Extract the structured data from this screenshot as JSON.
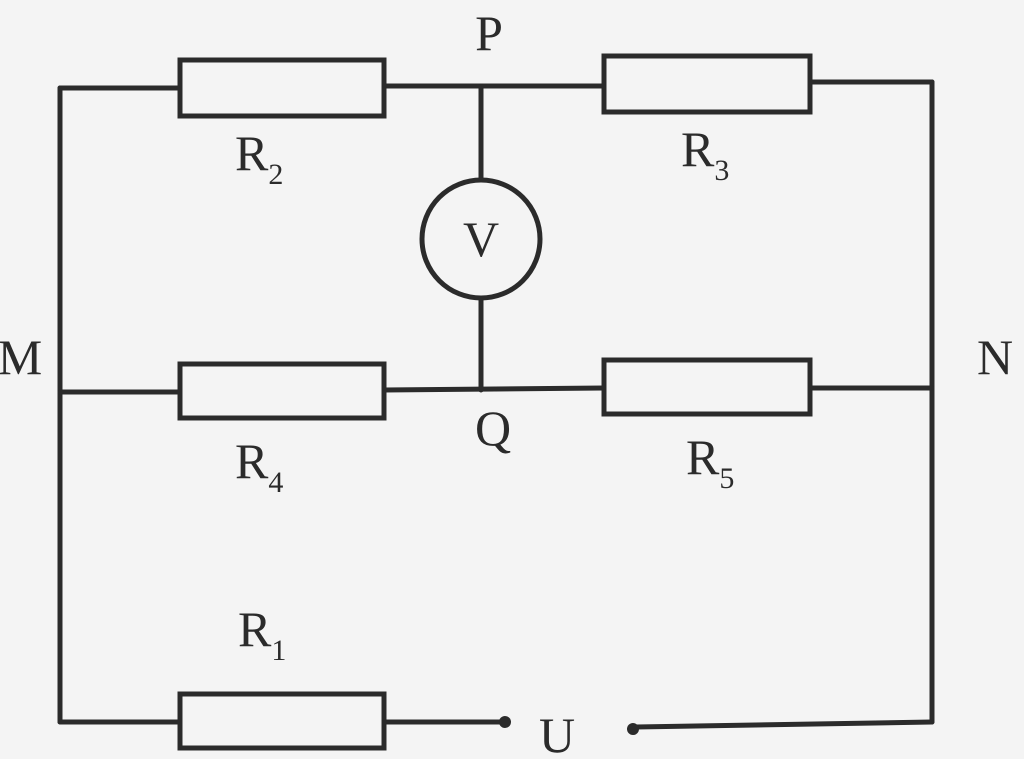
{
  "nodes": {
    "P": "P",
    "Q": "Q",
    "M": "M",
    "N": "N"
  },
  "source": {
    "label": "U"
  },
  "voltmeter": {
    "label": "V"
  },
  "resistors": {
    "r1": {
      "base": "R",
      "sub": "1"
    },
    "r2": {
      "base": "R",
      "sub": "2"
    },
    "r3": {
      "base": "R",
      "sub": "3"
    },
    "r4": {
      "base": "R",
      "sub": "4"
    },
    "r5": {
      "base": "R",
      "sub": "5"
    }
  }
}
